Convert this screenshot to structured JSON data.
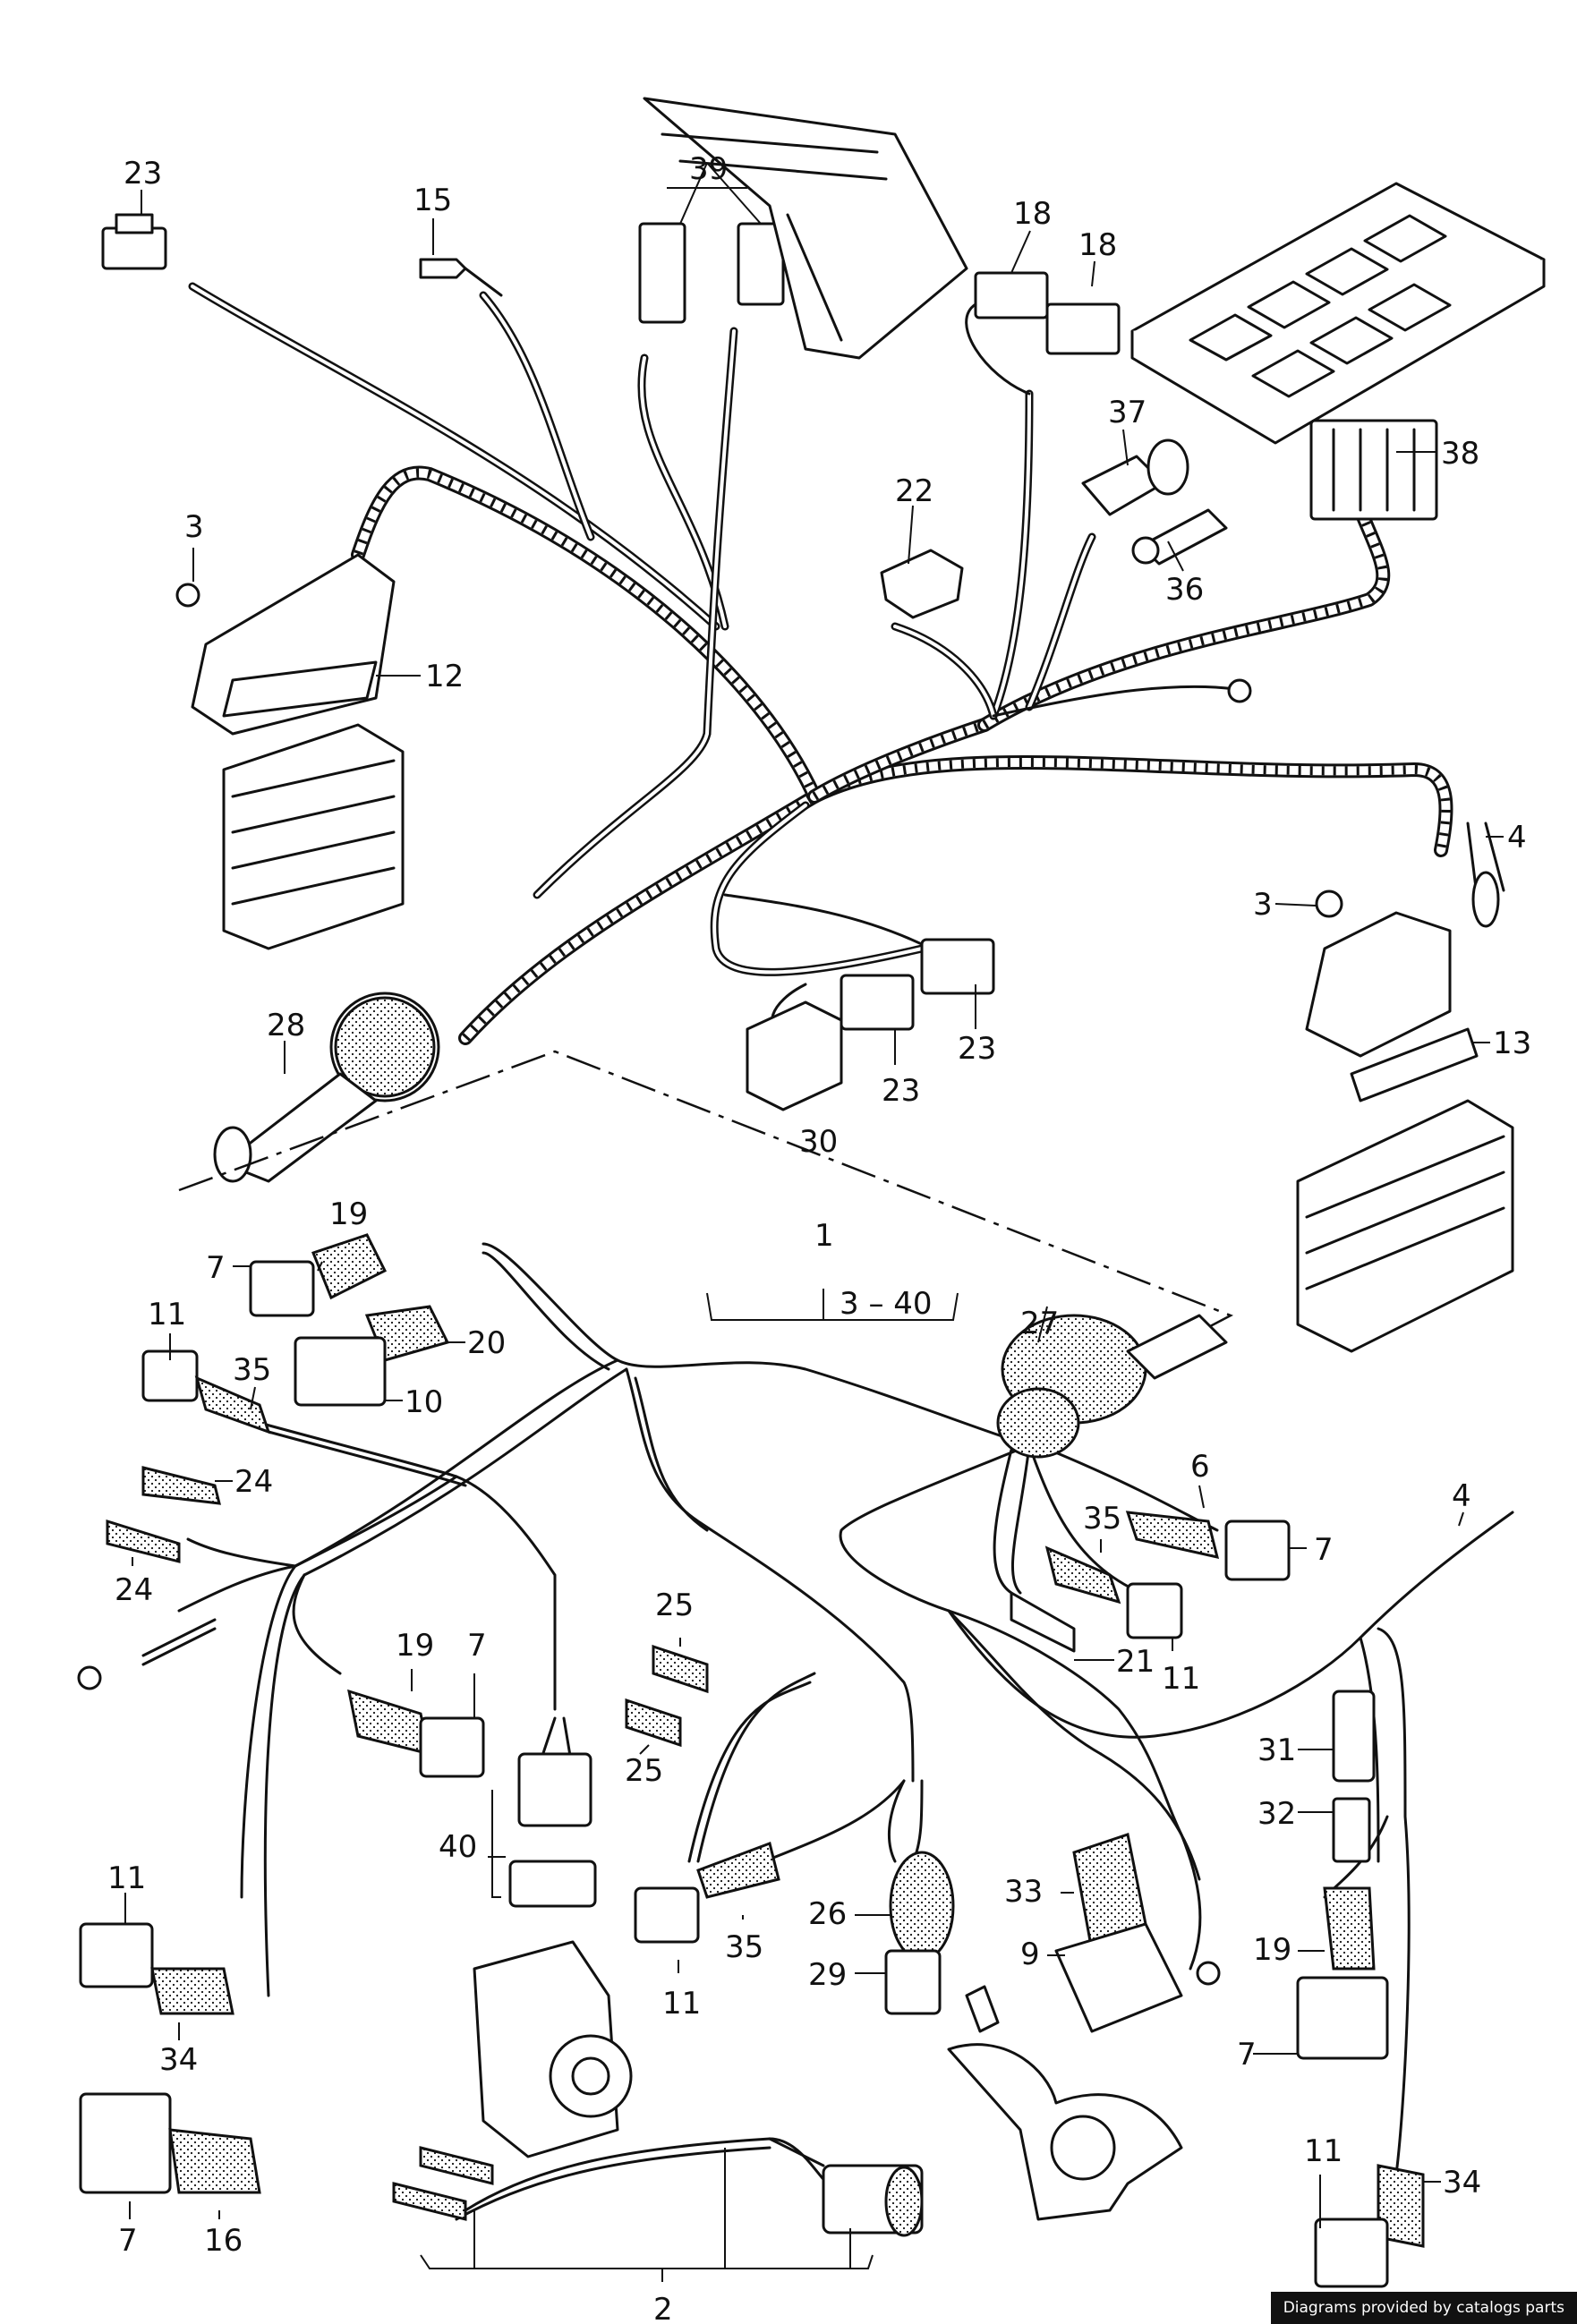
{
  "labels": {
    "l23a": "23",
    "l15": "15",
    "l39": "39",
    "l18a": "18",
    "l18b": "18",
    "l37": "37",
    "l38": "38",
    "l22": "22",
    "l36": "36",
    "l3a": "3",
    "l12": "12",
    "l4a": "4",
    "l3b": "3",
    "l13": "13",
    "l28": "28",
    "l23b": "23",
    "l23c": "23",
    "l30": "30",
    "l1": "1",
    "l3to40": "3 – 40",
    "l19a": "19",
    "l7a": "7",
    "l20": "20",
    "l10": "10",
    "l11a": "11",
    "l35a": "35",
    "l27": "27",
    "l24a": "24",
    "l24b": "24",
    "l6": "6",
    "l7b": "7",
    "l35b": "35",
    "l21": "21",
    "l11b": "11",
    "l4b": "4",
    "l25a": "25",
    "l25b": "25",
    "l19b": "19",
    "l7c": "7",
    "l40": "40",
    "l31": "31",
    "l32": "32",
    "l11c": "11",
    "l34a": "34",
    "l35c": "35",
    "l11d": "11",
    "l26": "26",
    "l29": "29",
    "l33": "33",
    "l9": "9",
    "l19c": "19",
    "l7d": "7",
    "l7e": "7",
    "l16": "16",
    "l11e": "11",
    "l34b": "34",
    "l2": "2"
  },
  "credit": "Diagrams provided by catalogs parts"
}
